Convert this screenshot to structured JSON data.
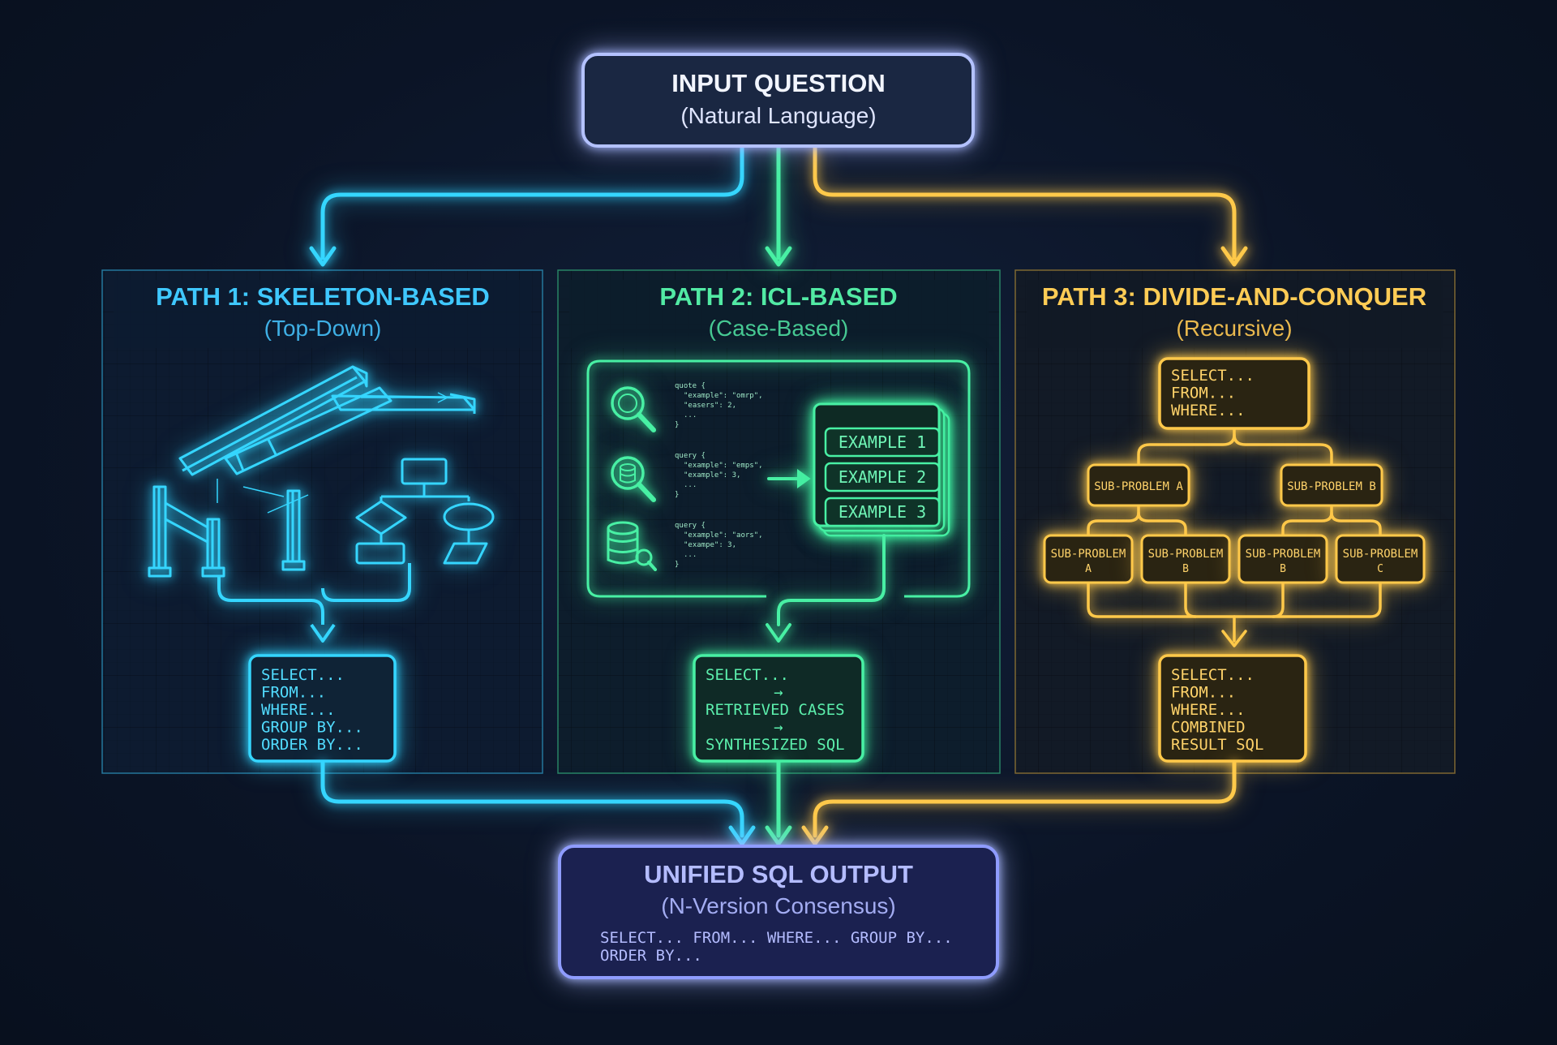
{
  "colors": {
    "background": "#0c1628",
    "path1": "#35d6ff",
    "path2": "#48f0a4",
    "path3": "#ffc94a",
    "input": "#a9b8ff",
    "output": "#8f9cff"
  },
  "input": {
    "title": "INPUT QUESTION",
    "subtitle": "(Natural Language)"
  },
  "path1": {
    "title": "PATH 1: SKELETON-BASED",
    "subtitle": "(Top-Down)",
    "sql_lines": [
      "SELECT...",
      "FROM...",
      "WHERE...",
      "GROUP BY...",
      "ORDER BY..."
    ]
  },
  "path2": {
    "title": "PATH 2: ICL-BASED",
    "subtitle": "(Case-Based)",
    "queries": [
      [
        "quote {",
        "\"example\": \"omrp\",",
        "\"easers\": 2,",
        "...",
        "}"
      ],
      [
        "query {",
        "\"example\": \"emps\",",
        "\"example\": 3,",
        "...",
        "}"
      ],
      [
        "query {",
        "\"example\": \"aors\",",
        "\"exampe\": 3,",
        "...",
        "}"
      ]
    ],
    "examples": [
      "EXAMPLE 1",
      "EXAMPLE 2",
      "EXAMPLE 3"
    ],
    "sql_lines": [
      "SELECT...",
      "→",
      "RETRIEVED CASES",
      "→",
      "SYNTHESIZED SQL"
    ]
  },
  "path3": {
    "title": "PATH 3: DIVIDE-AND-CONQUER",
    "subtitle": "(Recursive)",
    "root_lines": [
      "SELECT...",
      "FROM...",
      "WHERE..."
    ],
    "level1": [
      "SUB-PROBLEM A",
      "SUB-PROBLEM B"
    ],
    "level2": [
      [
        "SUB-PROBLEM",
        "A"
      ],
      [
        "SUB-PROBLEM",
        "B"
      ],
      [
        "SUB-PROBLEM",
        "B"
      ],
      [
        "SUB-PROBLEM",
        "C"
      ]
    ],
    "result_lines": [
      "SELECT...",
      "FROM...",
      "WHERE...",
      "COMBINED",
      "RESULT SQL"
    ]
  },
  "output": {
    "title": "UNIFIED SQL OUTPUT",
    "subtitle": "(N-Version Consensus)",
    "sql_lines": [
      "SELECT... FROM... WHERE... GROUP BY...",
      "ORDER BY..."
    ]
  }
}
